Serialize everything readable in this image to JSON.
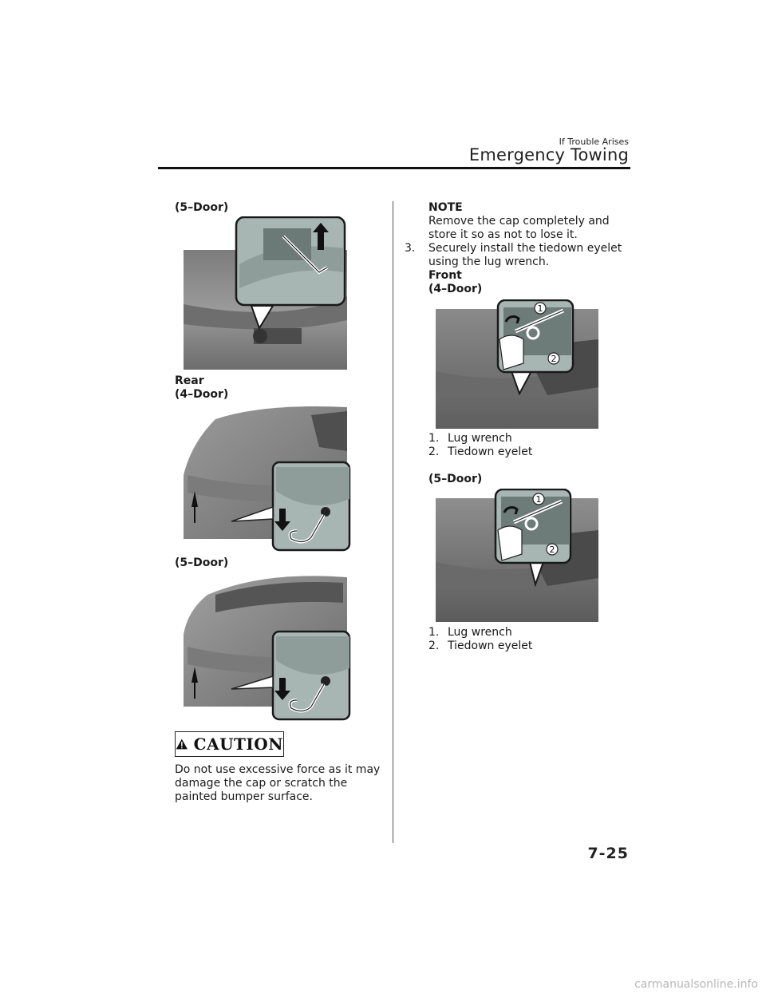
{
  "header": {
    "section_small": "If Trouble Arises",
    "section_title": "Emergency Towing"
  },
  "left": {
    "label_5door_front": "(5–Door)",
    "label_rear": "Rear",
    "label_4door_rear": "(4–Door)",
    "label_5door_rear": "(5–Door)",
    "caution_label": "CAUTION",
    "caution_text": [
      "Do not use excessive force as it may",
      "damage the cap or scratch the",
      "painted bumper surface."
    ]
  },
  "right": {
    "note_label": "NOTE",
    "note_text": [
      "Remove the cap completely and",
      "store it so as not to lose it."
    ],
    "step3_num": "3.",
    "step3_text": [
      "Securely install the tiedown eyelet",
      "using the lug wrench."
    ],
    "label_front": "Front",
    "label_4door": "(4–Door)",
    "list_4door": [
      {
        "num": "1.",
        "text": "Lug wrench"
      },
      {
        "num": "2.",
        "text": "Tiedown eyelet"
      }
    ],
    "label_5door": "(5–Door)",
    "list_5door": [
      {
        "num": "1.",
        "text": "Lug wrench"
      },
      {
        "num": "2.",
        "text": "Tiedown eyelet"
      }
    ],
    "callout_1": "1",
    "callout_2": "2"
  },
  "footer": {
    "page_number": "7-25"
  },
  "watermark": "carmanualsonline.info",
  "colors": {
    "body_paint": "#8a8a8a",
    "callout_fill": "#a8b6b3",
    "ink": "#111111"
  }
}
